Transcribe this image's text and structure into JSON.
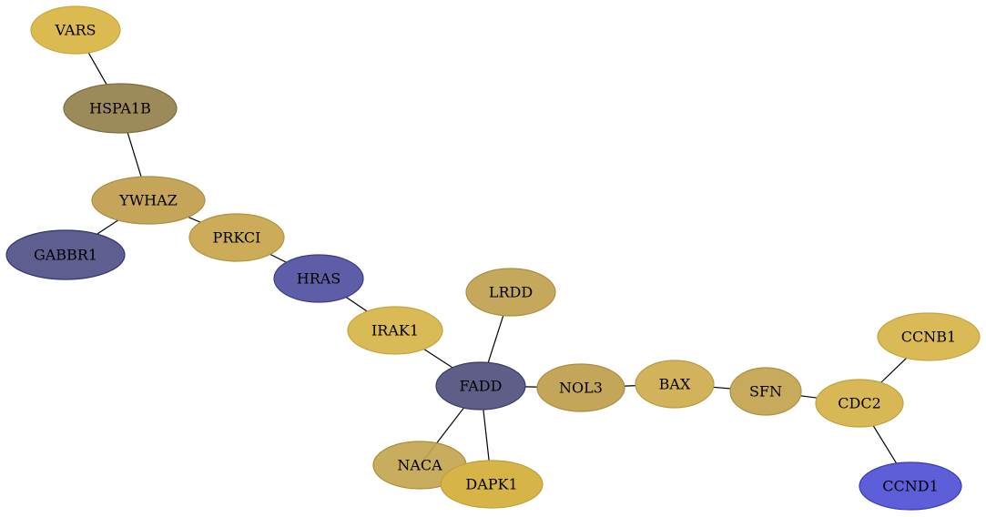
{
  "nodes": [
    {
      "id": "VARS",
      "label": "VARS",
      "fill": "#DCBA52",
      "stroke": "#C9A83C"
    },
    {
      "id": "HSPA1B",
      "label": "HSPA1B",
      "fill": "#9C8A5A",
      "stroke": "#7D6C3D"
    },
    {
      "id": "YWHAZ",
      "label": "YWHAZ",
      "fill": "#C4A55A",
      "stroke": "#AD8E40"
    },
    {
      "id": "GABBR1",
      "label": "GABBR1",
      "fill": "#5E5E90",
      "stroke": "#34346F"
    },
    {
      "id": "PRKCI",
      "label": "PRKCI",
      "fill": "#CCAC58",
      "stroke": "#B0923C"
    },
    {
      "id": "HRAS",
      "label": "HRAS",
      "fill": "#5E5EA8",
      "stroke": "#3A3A8C"
    },
    {
      "id": "IRAK1",
      "label": "IRAK1",
      "fill": "#DABA56",
      "stroke": "#C6A43C"
    },
    {
      "id": "LRDD",
      "label": "LRDD",
      "fill": "#C4A85C",
      "stroke": "#AB8E40"
    },
    {
      "id": "FADD",
      "label": "FADD",
      "fill": "#5E5E88",
      "stroke": "#3A3A6C"
    },
    {
      "id": "NOL3",
      "label": "NOL3",
      "fill": "#C4A65A",
      "stroke": "#AB8C3E"
    },
    {
      "id": "BAX",
      "label": "BAX",
      "fill": "#D2B25A",
      "stroke": "#BA9A40"
    },
    {
      "id": "SFN",
      "label": "SFN",
      "fill": "#C8AA5C",
      "stroke": "#AE9040"
    },
    {
      "id": "CDC2",
      "label": "CDC2",
      "fill": "#D8B856",
      "stroke": "#C2A23C"
    },
    {
      "id": "CCNB1",
      "label": "CCNB1",
      "fill": "#DABA56",
      "stroke": "#C6A43C"
    },
    {
      "id": "CCND1",
      "label": "CCND1",
      "fill": "#5E5ED8",
      "stroke": "#3A3AB8"
    },
    {
      "id": "NACA",
      "label": "NACA",
      "fill": "#C4A651",
      "stroke": "#AB8C36"
    },
    {
      "id": "DAPK1",
      "label": "DAPK1",
      "fill": "#D6B448",
      "stroke": "#C0A036"
    }
  ],
  "edges": [
    [
      "VARS",
      "HSPA1B"
    ],
    [
      "HSPA1B",
      "YWHAZ"
    ],
    [
      "YWHAZ",
      "GABBR1"
    ],
    [
      "YWHAZ",
      "PRKCI"
    ],
    [
      "PRKCI",
      "HRAS"
    ],
    [
      "HRAS",
      "IRAK1"
    ],
    [
      "IRAK1",
      "FADD"
    ],
    [
      "LRDD",
      "FADD"
    ],
    [
      "FADD",
      "NOL3"
    ],
    [
      "FADD",
      "NACA"
    ],
    [
      "FADD",
      "DAPK1"
    ],
    [
      "NOL3",
      "BAX"
    ],
    [
      "BAX",
      "SFN"
    ],
    [
      "SFN",
      "CDC2"
    ],
    [
      "CDC2",
      "CCNB1"
    ],
    [
      "CDC2",
      "CCND1"
    ]
  ]
}
